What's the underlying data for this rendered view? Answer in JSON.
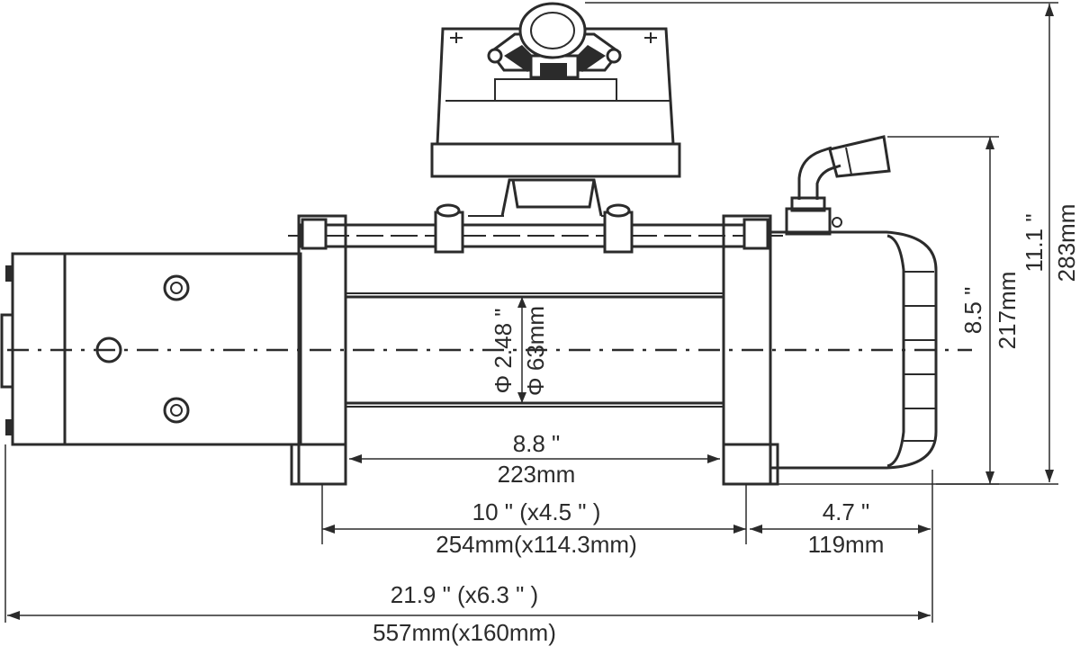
{
  "dimensions": {
    "drum_diameter_in": "Φ 2.48 \"",
    "drum_diameter_mm": "Φ 63mm",
    "drum_length_in": "8.8 \"",
    "drum_length_mm": "223mm",
    "mount_spacing_in": "10 \" (x4.5 \" )",
    "mount_spacing_mm": "254mm(x114.3mm)",
    "gearbox_in": "4.7 \"",
    "gearbox_mm": "119mm",
    "overall_length_in": "21.9 \" (x6.3 \" )",
    "overall_length_mm": "557mm(x160mm)",
    "body_height_in": "8.5 \"",
    "body_height_mm": "217mm",
    "total_height_in": "11.1 \"",
    "total_height_mm": "283mm"
  },
  "colors": {
    "line": "#2b2b2b",
    "background": "#ffffff"
  }
}
